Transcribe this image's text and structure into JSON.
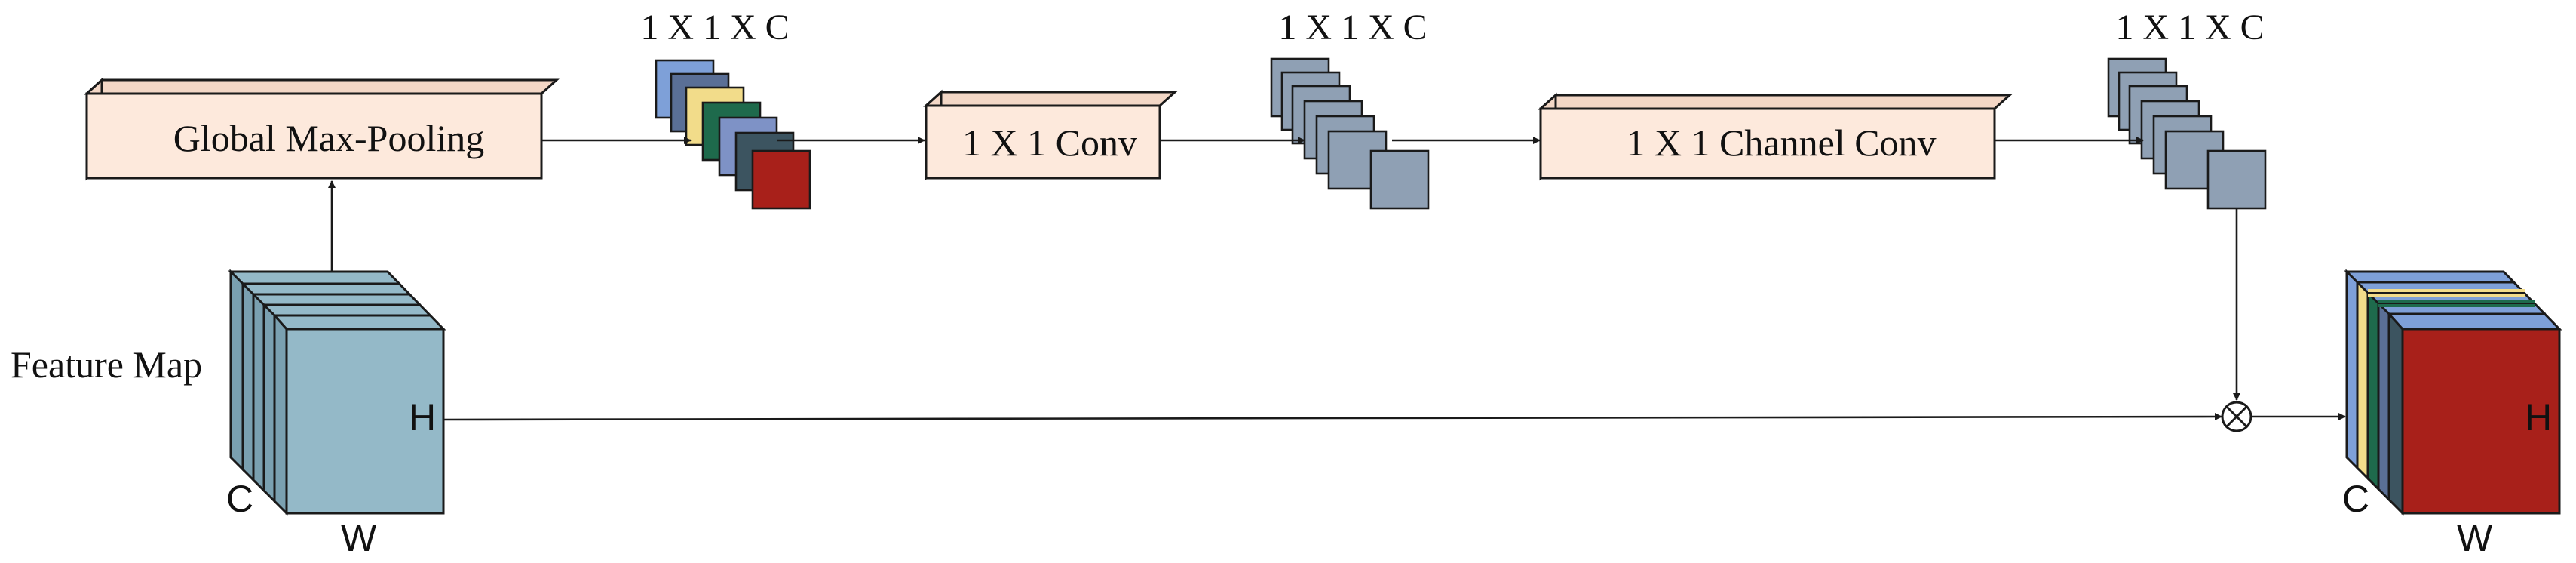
{
  "diagram": {
    "feature_map_label": "Feature Map",
    "dims": {
      "c": "C",
      "w": "W",
      "h": "H"
    },
    "blocks": [
      {
        "id": "global-max-pooling",
        "label": "Global Max-Pooling"
      },
      {
        "id": "conv-1x1",
        "label": "1 X 1 Conv"
      },
      {
        "id": "channel-conv-1x1",
        "label": "1 X 1 Channel Conv"
      }
    ],
    "stack_labels": [
      "1 X 1 X C",
      "1 X 1 X C",
      "1 X 1 X C"
    ],
    "operator": "multiply-circle-icon",
    "colors": {
      "block_fill": "#fde9dc",
      "block_side": "#f3d7c6",
      "feature_map": "#94b9c8",
      "feature_map_side": "#7aa0b0",
      "slate_square": "#8fa0b4",
      "output_front": "#a8201a",
      "stack_colors": [
        "#7ea0d8",
        "#5a6f96",
        "#f2dc8a",
        "#1e6a4c",
        "#7e92c6",
        "#3c5460",
        "#a8201a"
      ]
    }
  }
}
